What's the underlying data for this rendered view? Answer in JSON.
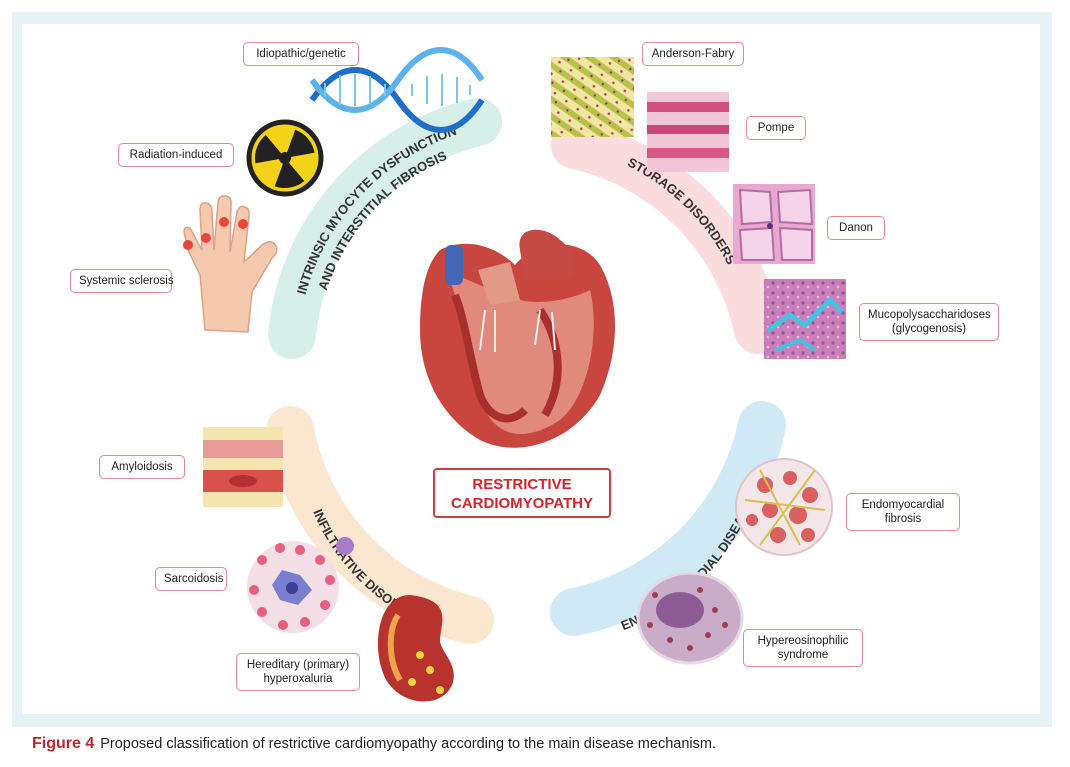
{
  "center": {
    "line1": "RESTRICTIVE",
    "line2": "CARDIOMYOPATHY"
  },
  "arcs": {
    "intrinsic": {
      "line1": "INTRINSIC MYOCYTE DYSFUNCTION",
      "line2": "AND INTERSTITIAL FIBROSIS",
      "color": "#d6efe9"
    },
    "storage": {
      "text": "STORAGE DISORDERS",
      "color": "#fbdcdc"
    },
    "infiltrative": {
      "text": "INFILTRATIVE DISORDERS",
      "color": "#fbe6cf"
    },
    "endomyocardial": {
      "text": "ENDOMYOCARDIAL DISEASE",
      "color": "#cfeaf5"
    }
  },
  "labels": {
    "idiopathic": "Idiopathic/genetic",
    "radiation": "Radiation-induced",
    "sclerosis": "Systemic sclerosis",
    "fabry": "Anderson-Fabry",
    "pompe": "Pompe",
    "danon": "Danon",
    "mps_1": "Mucopolysaccharidoses",
    "mps_2": "(glycogenosis)",
    "amyloidosis": "Amyloidosis",
    "sarcoidosis": "Sarcoidosis",
    "hyperox_1": "Hereditary (primary)",
    "hyperox_2": "hyperoxaluria",
    "endofib_1": "Endomyocardial",
    "endofib_2": "fibrosis",
    "hypereo_1": "Hypereosinophilic",
    "hypereo_2": "syndrome"
  },
  "caption": {
    "figure": "Figure 4",
    "text": "Proposed classification of restrictive cardiomyopathy according to the main disease mechanism."
  }
}
